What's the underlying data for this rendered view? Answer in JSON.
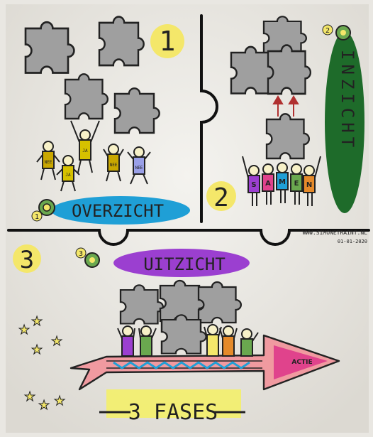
{
  "panels": {
    "overzicht": {
      "number": "1",
      "title": "OVERZICHT",
      "badge": "1",
      "figures": [
        "NEE",
        "JA",
        "JA",
        "NEE",
        "NEE"
      ]
    },
    "inzicht": {
      "number": "2",
      "title": "INZICHT",
      "badge": "2",
      "team_word": [
        "S",
        "A",
        "M",
        "E",
        "N"
      ]
    },
    "uitzicht": {
      "number": "3",
      "title": "UITZICHT",
      "badge": "3",
      "arrow_label": "ACTIE"
    }
  },
  "credit": {
    "url": "WWW.SIMONETRAINT.NL",
    "date": "01-01-2020"
  },
  "footer": {
    "title": "3 FASES"
  },
  "colors": {
    "blue": "#1f9fd6",
    "green": "#1e6b2a",
    "purple": "#9b3fd0",
    "yellow": "#f4e76a",
    "pink": "#e0438c",
    "grey": "#9c9c9c"
  }
}
